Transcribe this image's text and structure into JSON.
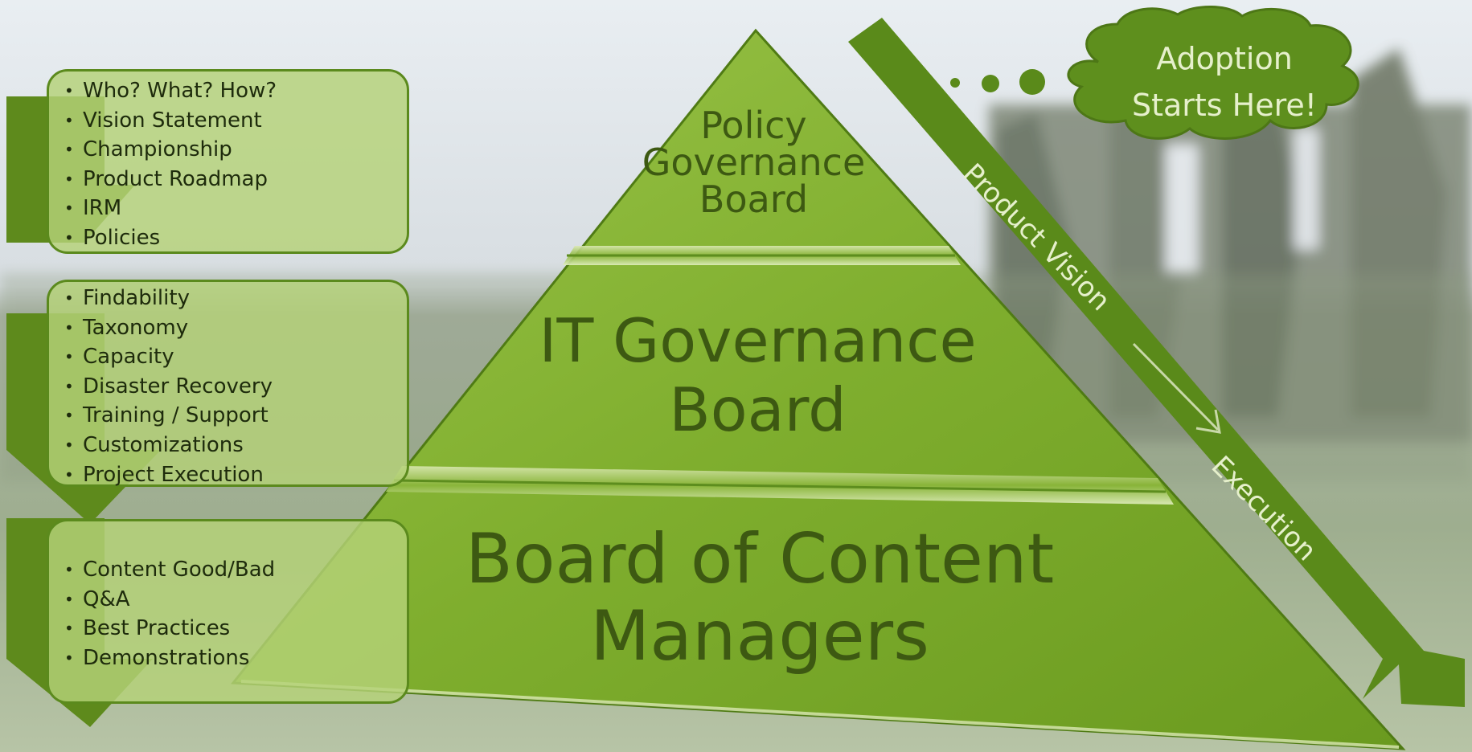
{
  "pyramid": {
    "top": [
      "Policy",
      "Governance",
      "Board"
    ],
    "middle": [
      "IT Governance",
      "Board"
    ],
    "bottom": [
      "Board of Content",
      "Managers"
    ]
  },
  "callouts": [
    {
      "items": [
        "Who? What? How?",
        "Vision Statement",
        "Championship",
        "Product Roadmap",
        "IRM",
        "Policies"
      ]
    },
    {
      "items": [
        "Findability",
        "Taxonomy",
        "Capacity",
        "Disaster Recovery",
        "Training / Support",
        "Customizations",
        "Project Execution"
      ]
    },
    {
      "items": [
        "Content Good/Bad",
        "Q&A",
        "Best Practices",
        "Demonstrations"
      ]
    }
  ],
  "diagonal_arrow": {
    "label_top": "Product Vision",
    "label_bottom": "Execution"
  },
  "thought_cloud": {
    "lines": [
      "Adoption",
      "Starts Here!"
    ]
  },
  "colors": {
    "pyramid_green": "#7aa82a",
    "dark_green": "#5b8a1d",
    "light_text": "#e6f0cc",
    "pyramid_text": "#3d5912"
  }
}
